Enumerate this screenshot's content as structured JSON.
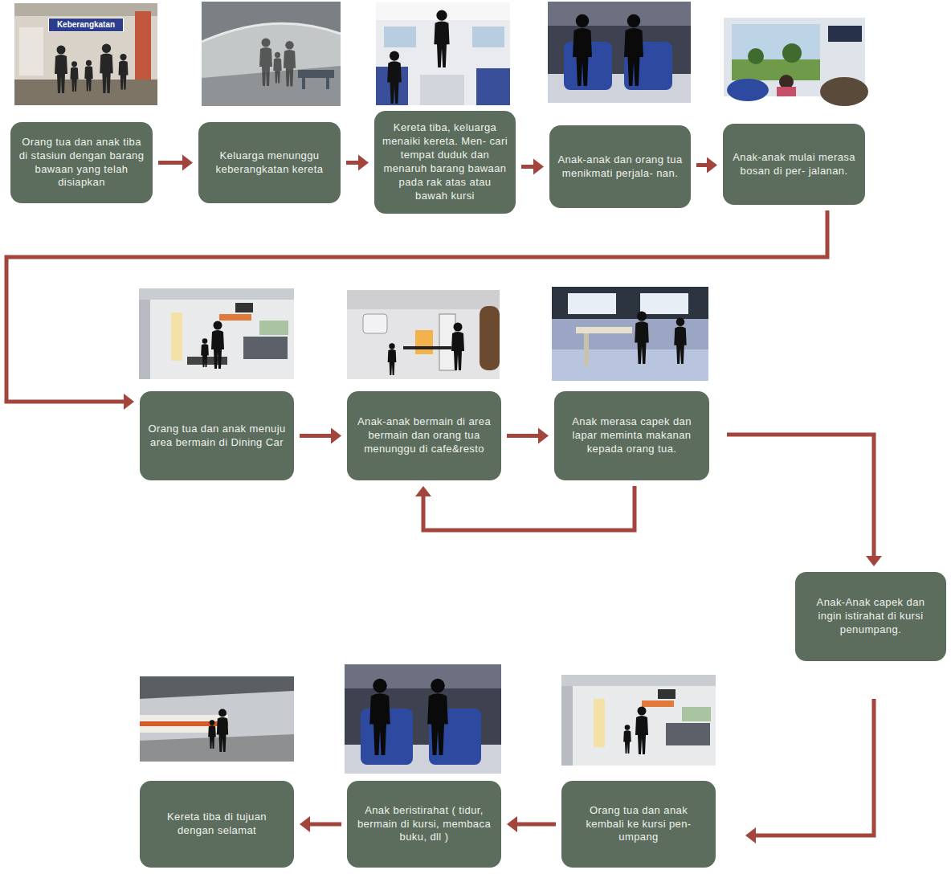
{
  "diagram": {
    "nodes": [
      {
        "text": [
          "Orang tua dan anak tiba di stasiun dengan barang bawaan yang telah disiapkan"
        ]
      },
      {
        "text": [
          "Keluarga menunggu keberangkatan kereta"
        ]
      },
      {
        "text": [
          "Kereta tiba, keluarga menaiki kereta. Men- cari tempat duduk dan menaruh barang bawaan pada rak atas atau bawah kursi"
        ]
      },
      {
        "text": [
          "Anak-anak dan orang tua menikmati perjala- nan."
        ]
      },
      {
        "text": [
          "Anak-anak mulai merasa bosan di per- jalanan."
        ]
      },
      {
        "text": [
          "Orang tua dan anak menuju area bermain di Dining Car"
        ]
      },
      {
        "text": [
          "Anak-anak bermain di area bermain dan orang tua menunggu di cafe&resto"
        ]
      },
      {
        "text": [
          "Anak merasa capek dan lapar meminta makanan kepada orang tua."
        ]
      },
      {
        "text": [
          "Anak-Anak capek dan ingin istirahat di kursi penumpang."
        ]
      },
      {
        "text": [
          "Orang tua dan anak kembali ke kursi pen- umpang"
        ]
      },
      {
        "text": [
          "Anak beristirahat ( tidur, bermain di kursi, membaca buku, dll )"
        ]
      },
      {
        "text": [
          "Kereta tiba di tujuan dengan selamat"
        ]
      }
    ],
    "edges": [
      {
        "from": 0,
        "to": 1,
        "arrow": "to"
      },
      {
        "from": 1,
        "to": 2,
        "arrow": "to"
      },
      {
        "from": 2,
        "to": 3,
        "arrow": "to"
      },
      {
        "from": 3,
        "to": 4,
        "arrow": "to"
      },
      {
        "from": 4,
        "to": 5,
        "arrow": "to"
      },
      {
        "from": 5,
        "to": 6,
        "arrow": "to"
      },
      {
        "from": 6,
        "to": 7,
        "arrow": "to"
      },
      {
        "from": 7,
        "to": 6,
        "arrow": "to"
      },
      {
        "from": 7,
        "to": 8,
        "arrow": "to"
      },
      {
        "from": 8,
        "to": 9,
        "arrow": "to"
      },
      {
        "from": 9,
        "to": 10,
        "arrow": "to"
      },
      {
        "from": 10,
        "to": 11,
        "arrow": "to"
      }
    ],
    "labels": [
      "Keberangkatan"
    ]
  }
}
